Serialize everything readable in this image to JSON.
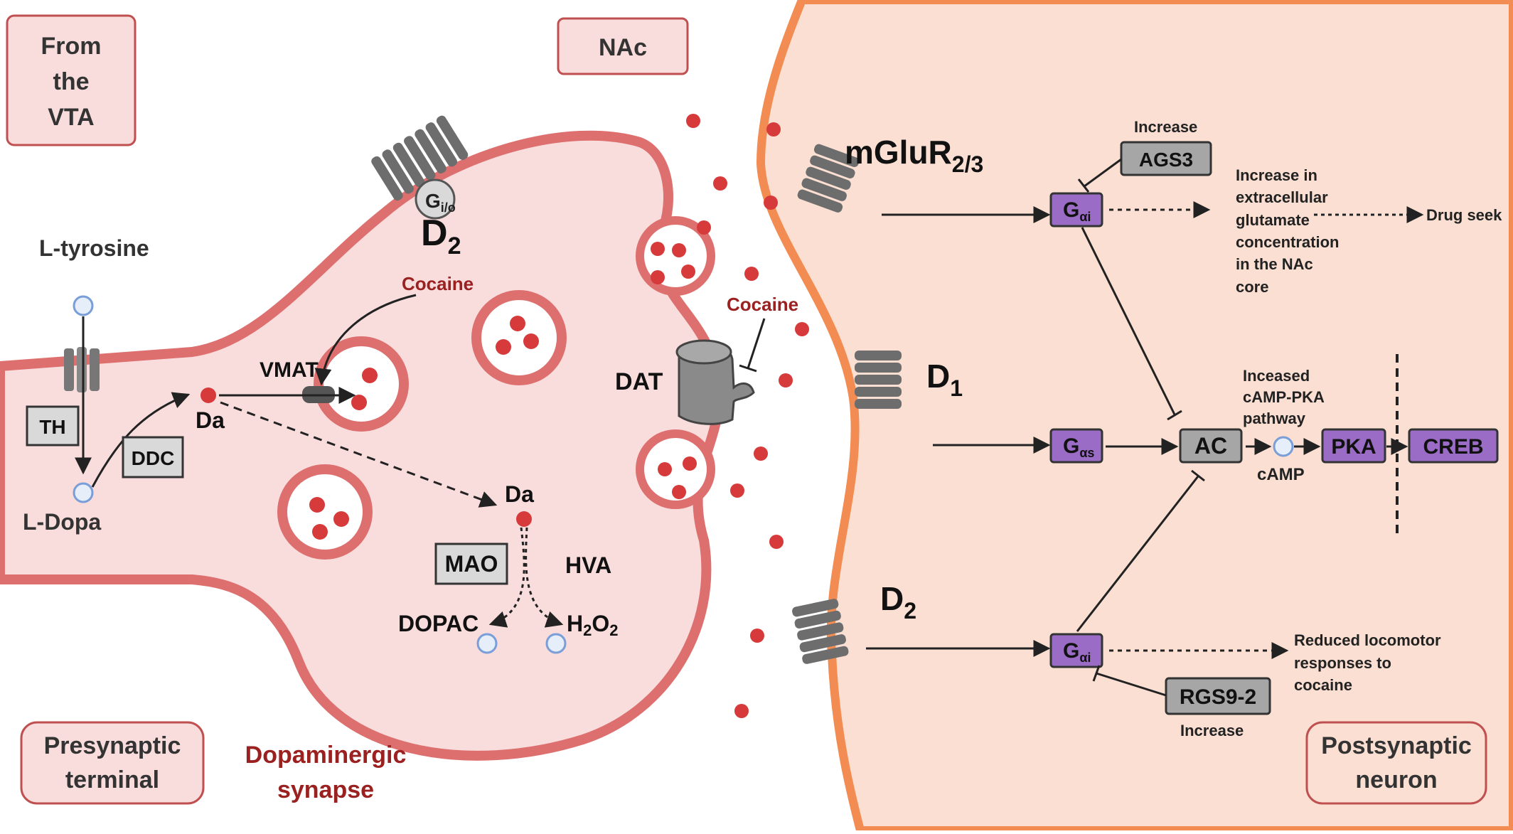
{
  "labels": {
    "from_vta": [
      "From",
      "the",
      "VTA"
    ],
    "nac": "NAc",
    "presynaptic": [
      "Presynaptic",
      "terminal"
    ],
    "postsynaptic": [
      "Postsynaptic",
      "neuron"
    ],
    "dopaminergic": [
      "Dopaminergic",
      "synapse"
    ],
    "l_tyrosine": "L-tyrosine",
    "th": "TH",
    "ddc": "DDC",
    "l_dopa": "L-Dopa",
    "da": "Da",
    "vmat": "VMAT",
    "cocaine": "Cocaine",
    "d2": "D",
    "d2_sub": "2",
    "gio": "G",
    "gio_sub": "i/o",
    "mao": "MAO",
    "hva": "HVA",
    "dopac": "DOPAC",
    "h2o2_a": "H",
    "h2o2_b": "2",
    "h2o2_c": "O",
    "h2o2_d": "2",
    "dat": "DAT",
    "mglur": "mGluR",
    "mglur_sub": "2/3",
    "d1": "D",
    "d1_sub": "1",
    "increase": "Increase",
    "ags3": "AGS3",
    "g": "G",
    "gai_sub": "αi",
    "gas_sub": "αs",
    "glutamate_text": [
      "Increase in",
      "extracellular",
      "glutamate",
      "concentration",
      "in the NAc",
      "core"
    ],
    "drug_seek": "Drug seek",
    "camp_pka_text": [
      "Inceased",
      "cAMP-PKA",
      "pathway"
    ],
    "ac": "AC",
    "camp": "cAMP",
    "pka": "PKA",
    "creb": "CREB",
    "locomotor_text": [
      "Reduced locomotor",
      "responses to",
      "cocaine"
    ],
    "rgs": "RGS9-2"
  },
  "colors": {
    "presyn_fill": "#f9dcdc",
    "presyn_stroke": "#de6f6f",
    "postsyn_fill": "#fadfd2",
    "postsyn_stroke": "#f28c52",
    "dopamine": "#d63a3a",
    "vesicle_ring": "#dd6c6c",
    "dark_red_text": "#9b2020",
    "gray_box": "#d9d9d9",
    "purple_box": "#9a6cc5",
    "receptor": "#6d6d6d",
    "precursor": "#7a9ed8"
  }
}
